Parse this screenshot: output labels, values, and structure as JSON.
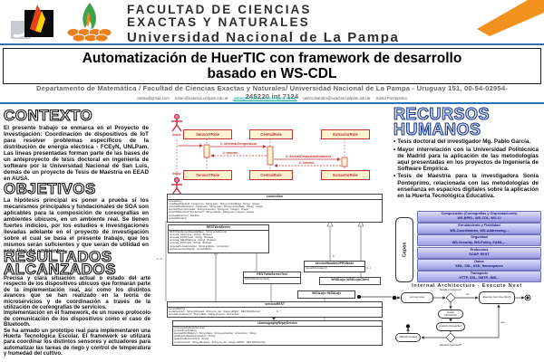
{
  "header": {
    "faculty_line1": "FACULTAD DE CIENCIAS",
    "faculty_line2": "EXACTAS Y NATURALES",
    "university": "Universidad Nacional de La Pampa",
    "accent_blue": "#2F6FAD",
    "accent_orange": "#F2921E",
    "logo_left": "unlpam-flame-logo",
    "logo_right": "fcen-flame-logo"
  },
  "title": "Automatización de HuerTIC con framework de desarrollo basado en WS-CDL",
  "affiliation": "Departamento de Matemática / Facultad de Ciencias Exactas y Naturales/ Universidad Nacional de La Pampa - Uruguay 151, 00-54-02954-245220 int 7124",
  "contacts": {
    "email1": "otesta@gmail.com",
    "email2": "ruben@exactas.unlpam.edu.ar",
    "email3": "pablogarcia@exactas.unlpam.edu.ar",
    "email4": "castro.leandro@exactas.unlpam.edu.ar",
    "name5": "Sonia Ponteprimo",
    "link_color": "#00A9A9"
  },
  "contexto": {
    "heading": "CONTEXTO",
    "body": "El presente trabajo se enmarca en el Proyecto de Investigación: Coordinación de dispositivos de IoT para resolver problemas específicos de la distribución de energía eléctrica - FCEyN, UNLPam. Las líneas presentadas forman parte de las bases de un anteproyecto de tesis doctoral en ingeniería de software por la Universidad Nacional de San Luis, demás de un proyecto de Tesis de Maestría en EEAD en AUSA."
  },
  "objetivos": {
    "heading": "OBJETIVOS",
    "body": "La hipótesis principal es poner a prueba si los mecanismos principales y fundacionales de SOA son aplicables para la composición de coreografías en ambientes ubicuos, en un ambiente real. Se tienen fuertes indicios, por los estudios e investigaciones llevadas adelante en el proyecto de investigación sobre el cual se basa el presente trabajo, que los mismos serán suficientes y que serán de utilidad en este tipo de ambientes."
  },
  "resultados": {
    "heading_line1": "RESULTADOS",
    "heading_line2": "ALCANZADOS",
    "p1": "Precisa y clara situación actual o estado del arte respecto de los dispositivos ubicuos que formarán parte de la implementación real, así como los distintos avances que se han realizado en la teoría de microservicios y de coordinación a través de la utilización de coreografías de servicios.",
    "p2": "Implementación en el framework, de un nuevo protocolo de comunicación de los dispositivos como el caso de Bluetooth.",
    "p3": "Se ha armado un prototipo real para implementaren una Huerta Tecnológica Escolar. El framework se utilizará para coordinar los distintos sensores y actuadores para automatizar las tareas de riego y control de temperatura y humedad del cultivo."
  },
  "recursos": {
    "heading_line1": "RECURSOS",
    "heading_line2": "HUMANOS",
    "bullet_char": "•",
    "bullets": [
      "Tesis doctoral del investigador Mg. Pablo García.",
      "Mayor interrelación con la Universidad Politécnica de Madrid para la aplicación de las metodologías aquí presentadas en los proyectos de Ingeniería de Software Empírica.",
      "Tesis de Maestría para la investigadora Sonia Ponteprimo, relacionada con las metodologías de enseñanza en espacios digitales sobre la aplicación en la Huerta Tecnológica Educativa."
    ]
  },
  "sequence_diagram": {
    "actor_top": "Inicio",
    "actor_bottom": "Inicio",
    "lifelines": [
      "SensorTRole",
      "CentralRole",
      "ExtractorRole"
    ],
    "messages": [
      "1: informarTemperatura",
      "2: retorno",
      "3: ActivarDesactivarExtractor",
      "4: retorno"
    ],
    "box_border_color": "#C03030",
    "box_fill_color": "#FDF3CF"
  },
  "class_diagram": {
    "classes": [
      {
        "name": "connection",
        "lines": [
          "connection()",
          "crearBaseDatos(url : Integer,usu : String,pass : String,nombreBase : String) : Integer",
          "conectarBaseDatos(url : Integer,usu : String,pass : String,nombreBase : String) : Integer",
          "ejecutarQuery(pconsulta : String,pconexion : String,port : Integer) : Integer",
          "crearTablaSensorT(TipoSensorT : String,pefecto : String,port : Integer) : Integer",
          "procesarRetorno() : Boolean",
          "persistirEstado()"
        ]
      },
      {
        "name": "RESTWebServer",
        "lines": [
          "RESTWebServer(BaseDatBase : String,servidor(url))",
          "procesar_GET(input : String) : Boolean",
          "procesar_POST(input : String) : Boolean",
          "procesar_DELETE(input : String) : Boolean",
          "procesar_PUT(input : String) : Boolean",
          "procesarPersistencia(put : String,artefcae : connection)",
          "getTransaccionObject() : servicioREST"
        ]
      },
      {
        "name": "serviceHandlerGPRSNode",
        "lines": [
          "isLoadParameters()"
        ]
      },
      {
        "name": "RESTWebServerTest",
        "lines": [
          "RESTWebServerTest()"
        ]
      },
      {
        "name": "WSDLujs::WSDLujsClient",
        "lines": []
      },
      {
        "name": "WSDLujs::WSDLujs",
        "lines": []
      },
      {
        "name": "servicioREST",
        "lines": [
          "servicioREST()",
          "enviarGet(verb : String,pRequest : String,ret_req : Integer,pREST : RESTWebServer)",
          "ejecutarInterfaces(url : String,datos : String,pretorno : connection)"
        ]
      },
      {
        "name": "choreographyReplyService",
        "lines": [
          "choreographyReplyService()",
          "procesarInput(datos)",
          "ejecutarMindState(url : String,datos : String,pactiveNet : connection) : String",
          "getRegisterDataSet(signature : String)",
          "getActivedExecuted(col : String)",
          "enviarGet(verb : String,pRequest : String,ret_req : Integer,pREST : RESTWebServer)"
        ]
      }
    ],
    "multiplicities": {
      "m1": "0..1",
      "m2": "1..1*",
      "m3": "0..*",
      "m4": "5"
    }
  },
  "stack_diagram": {
    "side_label": "Capas",
    "layers": [
      {
        "name": "Composición (Coreografías y Orquestaciones)",
        "techs": "WS-BPEL, WS-CDL, WS-CI"
      },
      {
        "name": "Enrutamiento y Fiabilidad",
        "techs": "WS-Coordination, WS-Addressing..."
      },
      {
        "name": "Seguridad",
        "techs": "WS-Security, WS-Policy, SAML,..."
      },
      {
        "name": "Protocolos",
        "techs": "SOAP, REST"
      },
      {
        "name": "Datos",
        "techs": "XML, XSL, XSD, Namespaces"
      },
      {
        "name": "Transporte",
        "techs": "HTTP, SSL, SMTP, JMS..."
      }
    ],
    "bar_fill": "#BDBDF0",
    "bar_border": "#7272B8",
    "text_color": "#15166E"
  },
  "activity_diagram": {
    "caption": "Internal Architecture - Execute Next",
    "n_set_next": "set next step",
    "d_handle": "handle procedure?",
    "lbl_no": "no",
    "lbl_yes": "yes",
    "n_execute_next": "Execute next step (End)",
    "n_create_tx": "create transaction",
    "n_execute_tx": "execute transaction",
    "d_aborted": "aborted executed?",
    "n_rollback": "rollback request"
  }
}
